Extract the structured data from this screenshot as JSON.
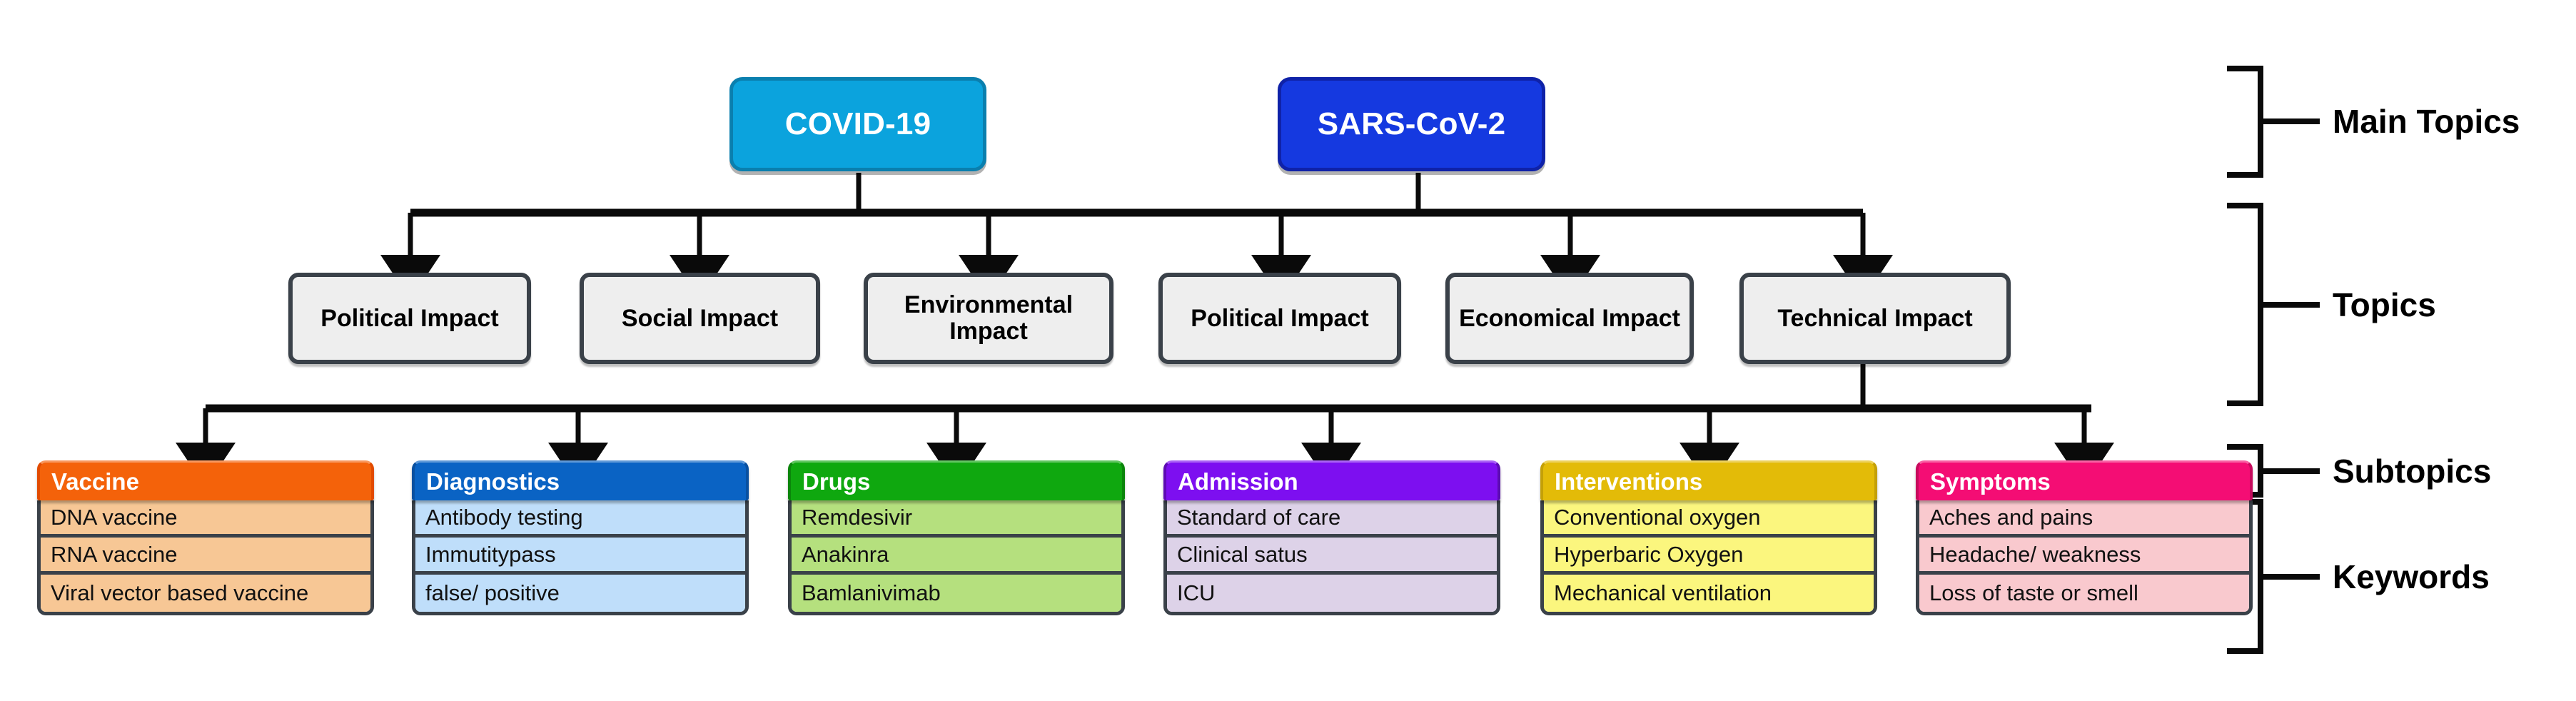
{
  "diagram": {
    "title_hidden": "",
    "levels": [
      {
        "key": "main_topics",
        "label": "Main Topics"
      },
      {
        "key": "topics",
        "label": "Topics"
      },
      {
        "key": "subtopics",
        "label": "Subtopics"
      },
      {
        "key": "keywords",
        "label": "Keywords"
      }
    ],
    "main_topics": [
      {
        "label": "COVID-19",
        "fill": "#0ba3dd",
        "border": "#0a7fae"
      },
      {
        "label": "SARS-CoV-2",
        "fill": "#1539e0",
        "border": "#0f22a8"
      }
    ],
    "topics": [
      {
        "label": "Political Impact",
        "parent": "COVID-19"
      },
      {
        "label": "Social Impact",
        "parent": "COVID-19"
      },
      {
        "label": "Environmental Impact",
        "parent": "COVID-19"
      },
      {
        "label": "Political Impact",
        "parent": "SARS-CoV-2"
      },
      {
        "label": "Economical Impact",
        "parent": "SARS-CoV-2"
      },
      {
        "label": "Technical Impact",
        "parent": "SARS-CoV-2"
      }
    ],
    "columns": [
      {
        "subtopic": "Vaccine",
        "header_fill": "#f4620a",
        "header_border": "#e24b00",
        "cell_fill": "#f7c795",
        "keywords": [
          "DNA vaccine",
          "RNA vaccine",
          "Viral vector based vaccine"
        ]
      },
      {
        "subtopic": "Diagnostics",
        "header_fill": "#0a63c4",
        "header_border": "#0950a0",
        "cell_fill": "#bfdefa",
        "keywords": [
          "Antibody testing",
          "Immutitypass",
          "false/ positive"
        ]
      },
      {
        "subtopic": "Drugs",
        "header_fill": "#0fa80f",
        "header_border": "#0b850b",
        "cell_fill": "#b5e07e",
        "keywords": [
          "Remdesivir",
          "Anakinra",
          "Bamlanivimab"
        ]
      },
      {
        "subtopic": "Admission",
        "header_fill": "#7d0ff0",
        "header_border": "#5d0bb4",
        "cell_fill": "#ddd2e8",
        "keywords": [
          "Standard of care",
          "Clinical satus",
          "ICU"
        ]
      },
      {
        "subtopic": "Interventions",
        "header_fill": "#e3bb08",
        "header_border": "#c4a007",
        "cell_fill": "#fbf67e",
        "keywords": [
          "Conventional oxygen",
          "Hyperbaric Oxygen",
          "Mechanical ventilation"
        ]
      },
      {
        "subtopic": "Symptoms",
        "header_fill": "#f40d74",
        "header_border": "#c70a5d",
        "cell_fill": "#f9c9ce",
        "keywords": [
          "Aches and pains",
          "Headache/ weakness",
          "Loss of taste or smell"
        ]
      }
    ],
    "colors": {
      "connector": "#0a0a0a",
      "node_outline": "#3a4149",
      "background": "#ffffff"
    }
  }
}
